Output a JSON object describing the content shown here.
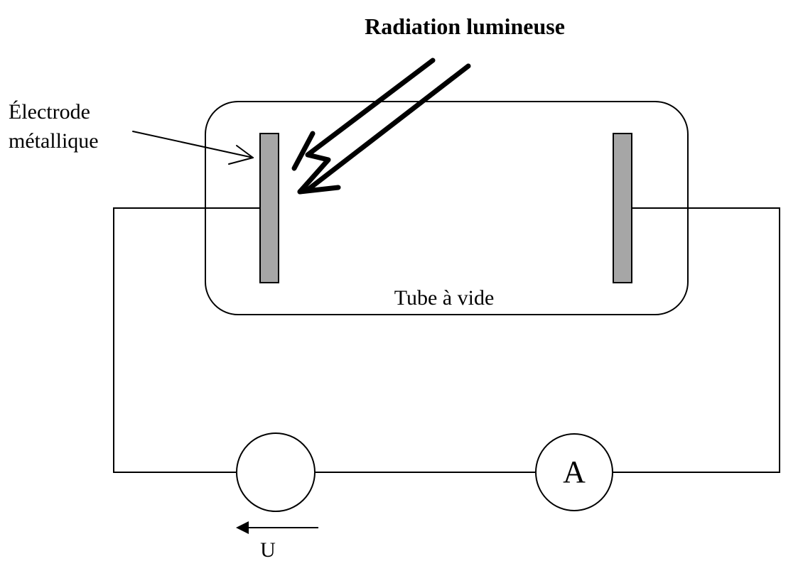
{
  "labels": {
    "radiation": "Radiation lumineuse",
    "electrode_line1": "Électrode",
    "electrode_line2": "métallique",
    "tube": "Tube à vide",
    "ammeter": "A",
    "voltage": "U"
  },
  "colors": {
    "stroke": "#000000",
    "electrode_fill": "#a6a6a6",
    "background": "#ffffff"
  },
  "icons": {
    "light_rays": "double-arrow-with-zigzag",
    "voltage_direction": "left-arrow"
  }
}
